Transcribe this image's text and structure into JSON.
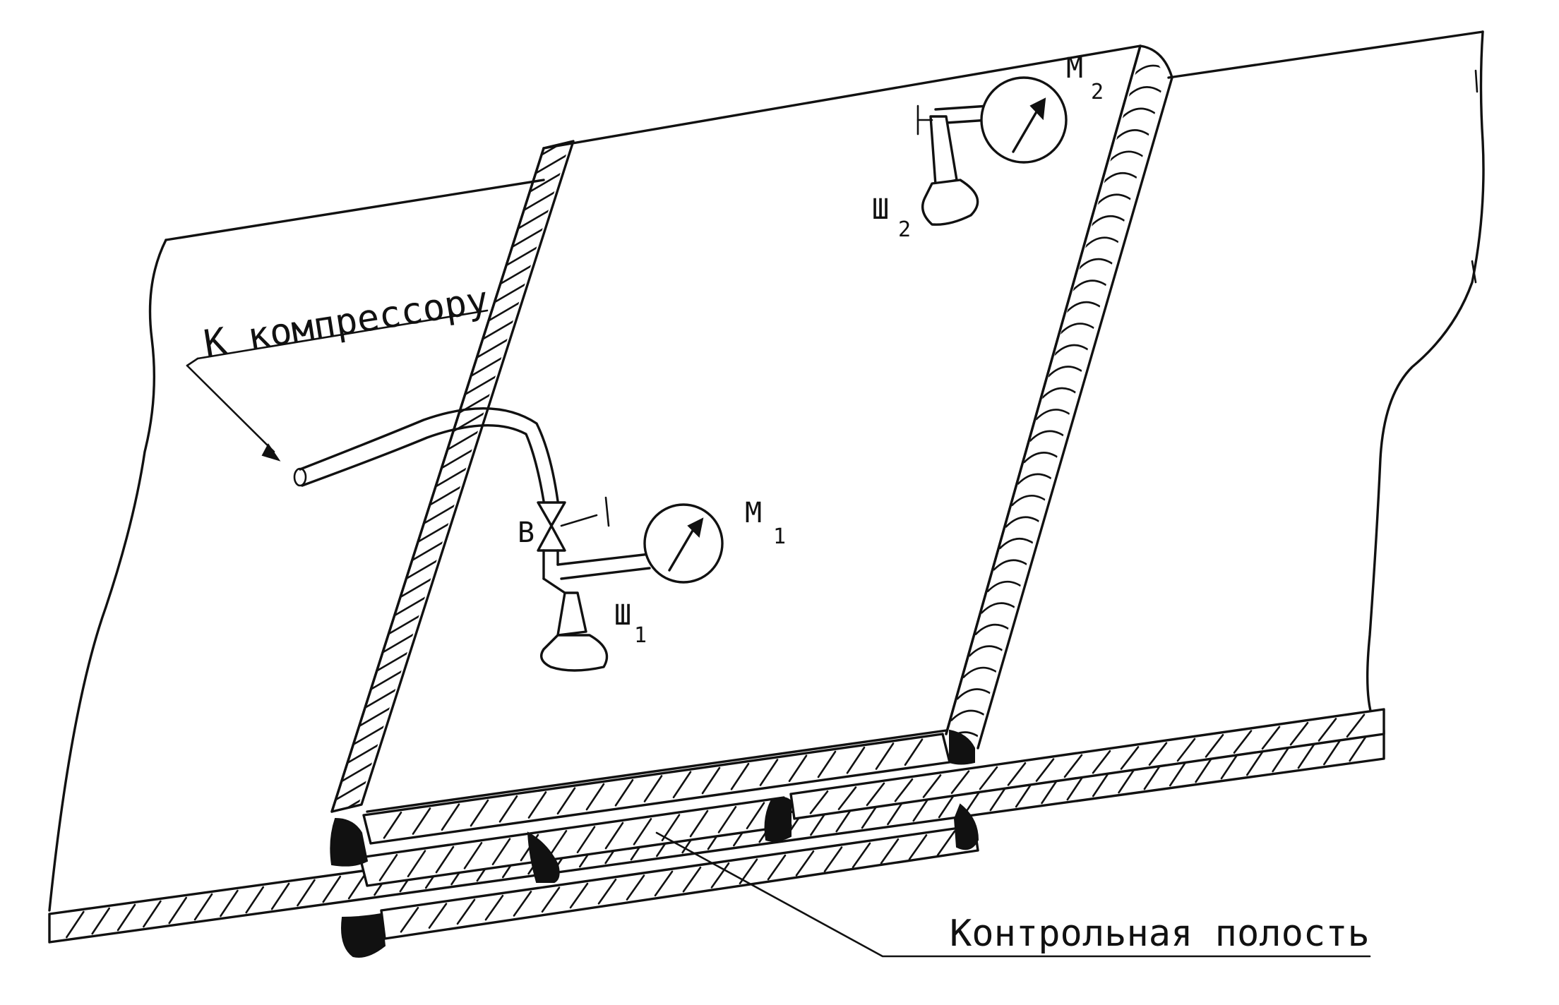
{
  "labels": {
    "compressor": "К компрессору",
    "control_cavity": "Контрольная полость",
    "valve": "В",
    "gauge_1": "М",
    "gauge_1_sub": "1",
    "gauge_2": "М",
    "gauge_2_sub": "2",
    "fitting_1": "Ш",
    "fitting_1_sub": "1",
    "fitting_2": "Ш",
    "fitting_2_sub": "2"
  },
  "colors": {
    "ink": "#111111",
    "paper": "#ffffff"
  }
}
